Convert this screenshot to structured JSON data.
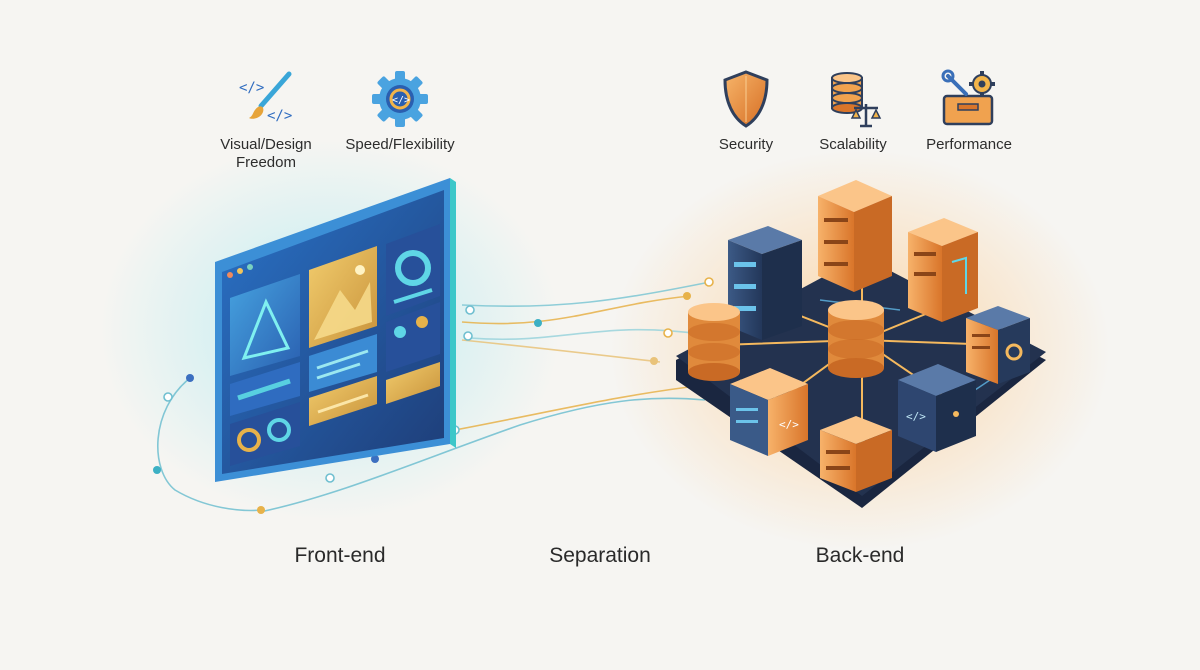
{
  "features": {
    "visual_design": "Visual/Design\nFreedom",
    "speed_flexibility": "Speed/Flexibility",
    "security": "Security",
    "scalability": "Scalability",
    "performance": "Performance"
  },
  "sections": {
    "front_end": "Front-end",
    "separation": "Separation",
    "back_end": "Back-end"
  },
  "icons": {
    "visual_design": "code-brush-icon",
    "speed_flexibility": "code-gear-icon",
    "security": "shield-icon",
    "scalability": "database-scale-icon",
    "performance": "toolbox-gear-icon"
  },
  "colors": {
    "front_end_blue": "#3b7fd0",
    "front_end_teal": "#3cc7c9",
    "back_end_orange": "#f08a2c",
    "back_end_navy": "#22334f",
    "accent_gold": "#e7b24a",
    "background": "#f6f5f2"
  }
}
